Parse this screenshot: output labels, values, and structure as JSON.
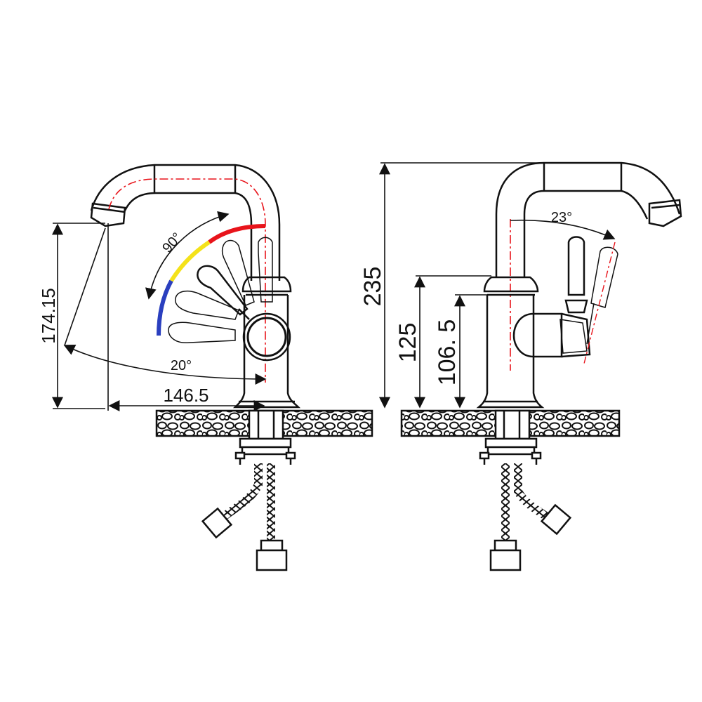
{
  "front_view": {
    "dimensions": {
      "height_spout": "174.15",
      "reach": "146.5"
    },
    "angles": {
      "lever_rotation": "90°",
      "spout_tilt": "20°"
    }
  },
  "side_view": {
    "dimensions": {
      "total_height": "235",
      "body_height": "125",
      "lever_height": "106. 5"
    },
    "angles": {
      "lever_tilt": "23°"
    }
  },
  "colors": {
    "line": "#111111",
    "hot": "#e8141b",
    "warm": "#f4e21a",
    "cold": "#2a3fbf",
    "centerline": "#e8141b"
  }
}
